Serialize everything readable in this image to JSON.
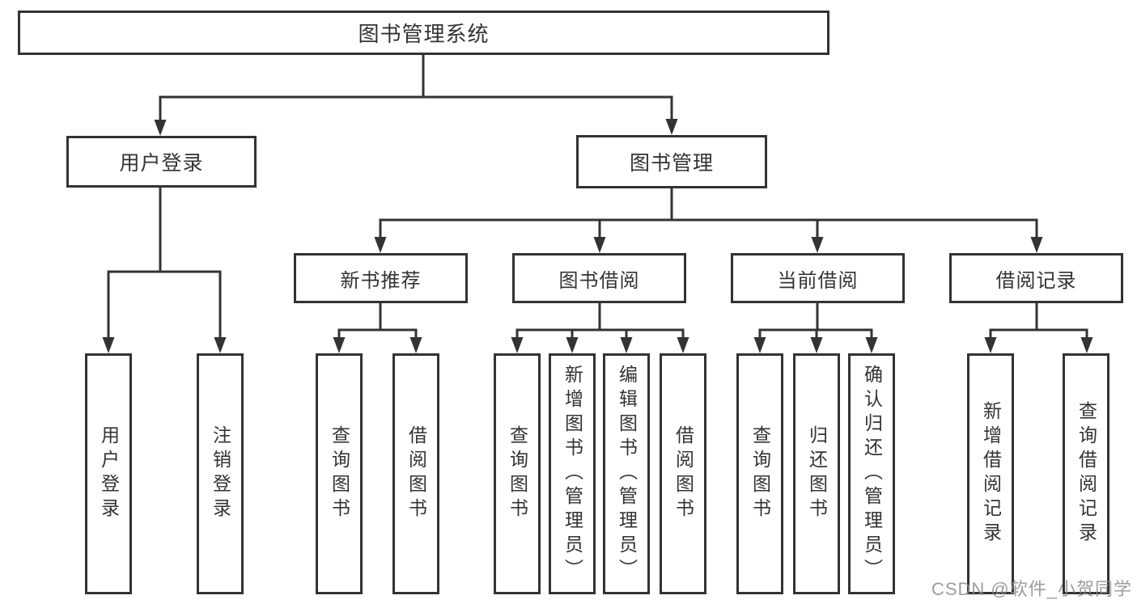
{
  "diagram": {
    "root": {
      "label": "图书管理系统"
    },
    "user_login": {
      "label": "用户登录",
      "children": [
        "用户登录",
        "注销登录"
      ]
    },
    "book_mgmt": {
      "label": "图书管理"
    },
    "new_books": {
      "label": "新书推荐",
      "children": [
        "查询图书",
        "借阅图书"
      ]
    },
    "book_borrow": {
      "label": "图书借阅",
      "children": [
        "查询图书",
        "新增图书（管理员）",
        "编辑图书（管理员）",
        "借阅图书"
      ]
    },
    "current_borrow": {
      "label": "当前借阅",
      "children": [
        "查询图书",
        "归还图书",
        "确认归还（管理员）"
      ]
    },
    "borrow_records": {
      "label": "借阅记录",
      "children": [
        "新增借阅记录",
        "查询借阅记录"
      ]
    },
    "watermark": {
      "text": "CSDN @软件_小贺同学"
    },
    "colors": {
      "line": "#333333",
      "node_border": "#333333",
      "text": "#333333",
      "background": "#ffffff",
      "watermark": "#8c8c8c"
    }
  }
}
